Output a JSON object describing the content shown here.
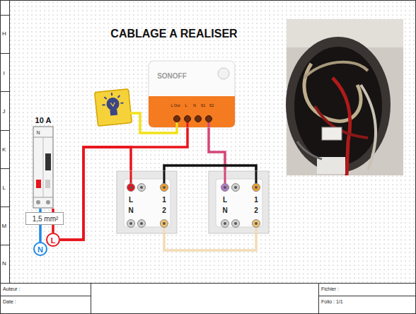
{
  "diagram": {
    "title": "CABLAGE A REALISER",
    "nodes": [
      {
        "text": [
          "SONOFF",
          "L Out",
          "L",
          "N",
          "S1",
          "S2"
        ]
      },
      {
        "text": [
          "10 A",
          "N"
        ]
      },
      {
        "text": [
          "L",
          "1",
          "N",
          "2"
        ]
      },
      {
        "text": [
          "L",
          "1",
          "N",
          "2"
        ]
      },
      {
        "text": [
          "1,5 mm²"
        ]
      },
      {
        "text": [
          "L"
        ]
      },
      {
        "text": [
          "N"
        ]
      }
    ],
    "edges": [
      {
        "from": 1,
        "to": 5,
        "arrow": "none"
      },
      {
        "from": 1,
        "to": 6,
        "arrow": "none"
      },
      {
        "from": 5,
        "to": 0,
        "arrow": "none"
      },
      {
        "from": 5,
        "to": 2,
        "arrow": "none"
      },
      {
        "from": 0,
        "to": 3,
        "arrow": "none"
      },
      {
        "from": 2,
        "to": 3,
        "arrow": "none"
      },
      {
        "from": 2,
        "to": 3,
        "arrow": "none"
      }
    ],
    "labels": [
      "H",
      "I",
      "J",
      "K",
      "L",
      "M",
      "N",
      "Auteur :",
      "Date :",
      "Fichier :",
      "Folio : 1/1"
    ]
  }
}
